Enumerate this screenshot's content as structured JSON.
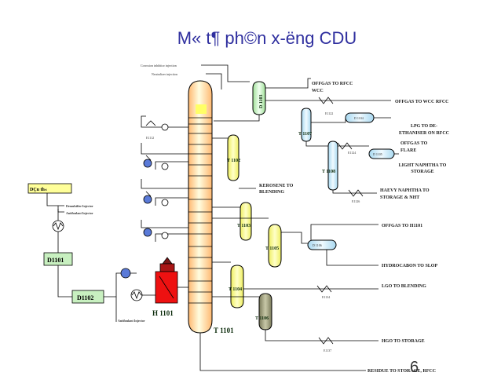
{
  "title": "M« t¶ ph©n x-ëng CDU",
  "page_number": "6",
  "colors": {
    "title": "#2f2f9f",
    "main_column": "#ffcc99",
    "column_glow": "#fffde0",
    "stripper": "#ffff99",
    "drum_green": "#c8f0c0",
    "vessel_blue": "#d8f0ff",
    "heater": "#ee1111",
    "heater_stack": "#7a1515",
    "tower_grey": "#9a9a7a"
  },
  "injections": {
    "corrosion": "Corrosion inhibitor injection",
    "neutralizer": "Neutralizer injection",
    "demulsifier": "Demulsifier Injector",
    "antifoulant_top": "Antifoulant Injector",
    "antifoulant_bottom": "Antifoulant Injector"
  },
  "feed_label": "DÇu th«",
  "equipment": {
    "d1101": "D1101",
    "d1102": "D1102",
    "h1101": "H 1101",
    "t1101": "T 1101",
    "t1102": "T 1102",
    "t1103": "T 1103",
    "t1104": "T 1104",
    "t1105": "T 1105",
    "t1106": "T 1106",
    "t1107": "T 1107",
    "t1108": "T 1108",
    "d1103": "D 1103",
    "d1104": "D 1104",
    "d1105": "D 1105",
    "d1106": "D 1106"
  },
  "exchangers": {
    "e1112": "E1112",
    "e1122": "E1122",
    "e1124": "E1124",
    "e1126": "E1126",
    "e1134": "E1134",
    "e1137": "E1137"
  },
  "streams": {
    "offgas_rfcc_wcc": [
      "OFFGAS TO RFCC",
      "WCC"
    ],
    "offgas_wcc_rfcc": "OFFGAS TO WCC RFCC",
    "lpg": [
      "LPG TO DE-",
      "ETHANISER ON RFCC"
    ],
    "offgas_flare": [
      "OFFGAS TO",
      "FLARE"
    ],
    "light_naphtha": [
      "LIGHT NAPHTHA TO",
      "STORAGE"
    ],
    "heavy_naphtha": [
      "HAEVY NAPHTHA TO",
      "STORAGE & NHT"
    ],
    "kerosene": [
      "KEROSENE TO",
      "BLENDING"
    ],
    "offgas_h1101": "OFFGAS TO H1101",
    "hydrocarbon_slop": "HYDROCABON TO SLOP",
    "lgo_blending": "LGO TO BLENDING",
    "hgo_storage": "HGO TO STORAGE",
    "residue": "RESIDUE TO STORAGE, RFCC"
  }
}
